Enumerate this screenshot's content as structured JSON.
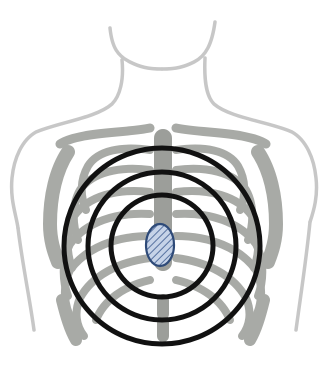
{
  "diagram": {
    "subject": "torso-with-ribcage",
    "focus_marker": "hatched-oval",
    "concentric_ring_count": 3,
    "colors": {
      "outline": "#c7c7c7",
      "bone": "#a8aaa6",
      "bone_dark": "#9c9e9a",
      "rings": "#111111",
      "marker_fill": "#c6d3e8",
      "marker_stroke": "#2e4a78",
      "marker_hatch": "#3d5b8f",
      "background": "#ffffff"
    }
  }
}
